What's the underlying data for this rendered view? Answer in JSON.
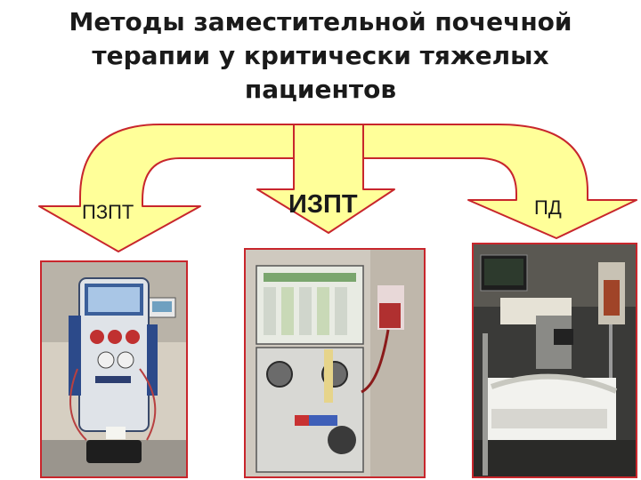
{
  "title": {
    "line1": "Методы заместительной почечной",
    "line2": "терапии  у критически тяжелых",
    "line3": "пациентов"
  },
  "methods": [
    {
      "label": "ПЗПТ"
    },
    {
      "label": "ИЗПТ"
    },
    {
      "label": "ПД"
    }
  ],
  "colors": {
    "arrow_fill": "#ffff99",
    "arrow_stroke": "#c8262c",
    "photo_border": "#c8262c"
  }
}
